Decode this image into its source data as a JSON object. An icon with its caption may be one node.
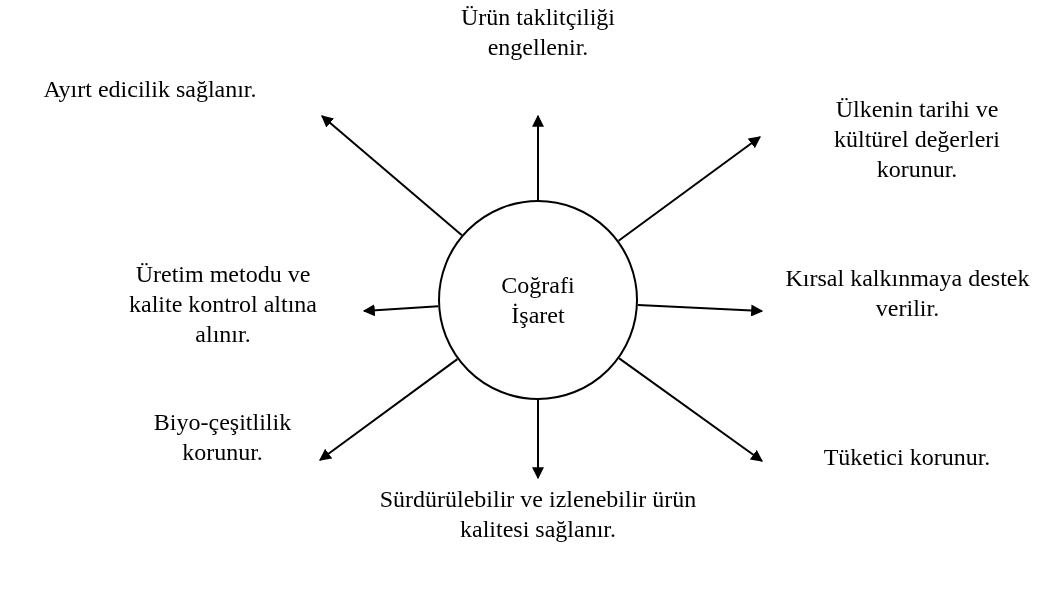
{
  "diagram": {
    "nodes": [
      {
        "text": [
          "Coğrafi İşaret"
        ]
      },
      {
        "text": [
          "Ürün taklitçiliği engellenir."
        ]
      },
      {
        "text": [
          "Ayırt edicilik sağlanır."
        ]
      },
      {
        "text": [
          "Ülkenin tarihi ve kültürel değerleri korunur."
        ]
      },
      {
        "text": [
          "Üretim metodu ve kalite kontrol altına alınır."
        ]
      },
      {
        "text": [
          "Kırsal kalkınmaya destek verilir."
        ]
      },
      {
        "text": [
          "Biyo-çeşitlilik korunur."
        ]
      },
      {
        "text": [
          "Tüketici korunur."
        ]
      },
      {
        "text": [
          "Sürdürülebilir ve izlenebilir ürün kalitesi sağlanır."
        ]
      }
    ],
    "edges": [
      {
        "from": 0,
        "to": 1,
        "arrow": "to"
      },
      {
        "from": 0,
        "to": 2,
        "arrow": "to"
      },
      {
        "from": 0,
        "to": 3,
        "arrow": "to"
      },
      {
        "from": 0,
        "to": 4,
        "arrow": "to"
      },
      {
        "from": 0,
        "to": 5,
        "arrow": "to"
      },
      {
        "from": 0,
        "to": 6,
        "arrow": "to"
      },
      {
        "from": 0,
        "to": 7,
        "arrow": "to"
      },
      {
        "from": 0,
        "to": 8,
        "arrow": "to"
      }
    ]
  }
}
